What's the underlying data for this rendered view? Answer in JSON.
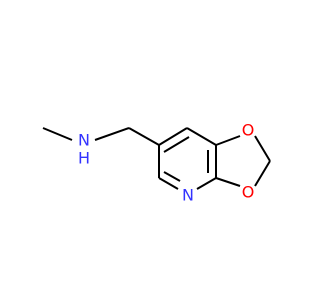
{
  "colors": {
    "background": "#ffffff",
    "bond": "#000000",
    "nitrogen": "#3333ff",
    "oxygen": "#ff0000"
  },
  "atoms": {
    "n_amine": "N",
    "h_amine": "H",
    "o_top": "O",
    "o_bottom": "O",
    "n_ring": "N"
  }
}
